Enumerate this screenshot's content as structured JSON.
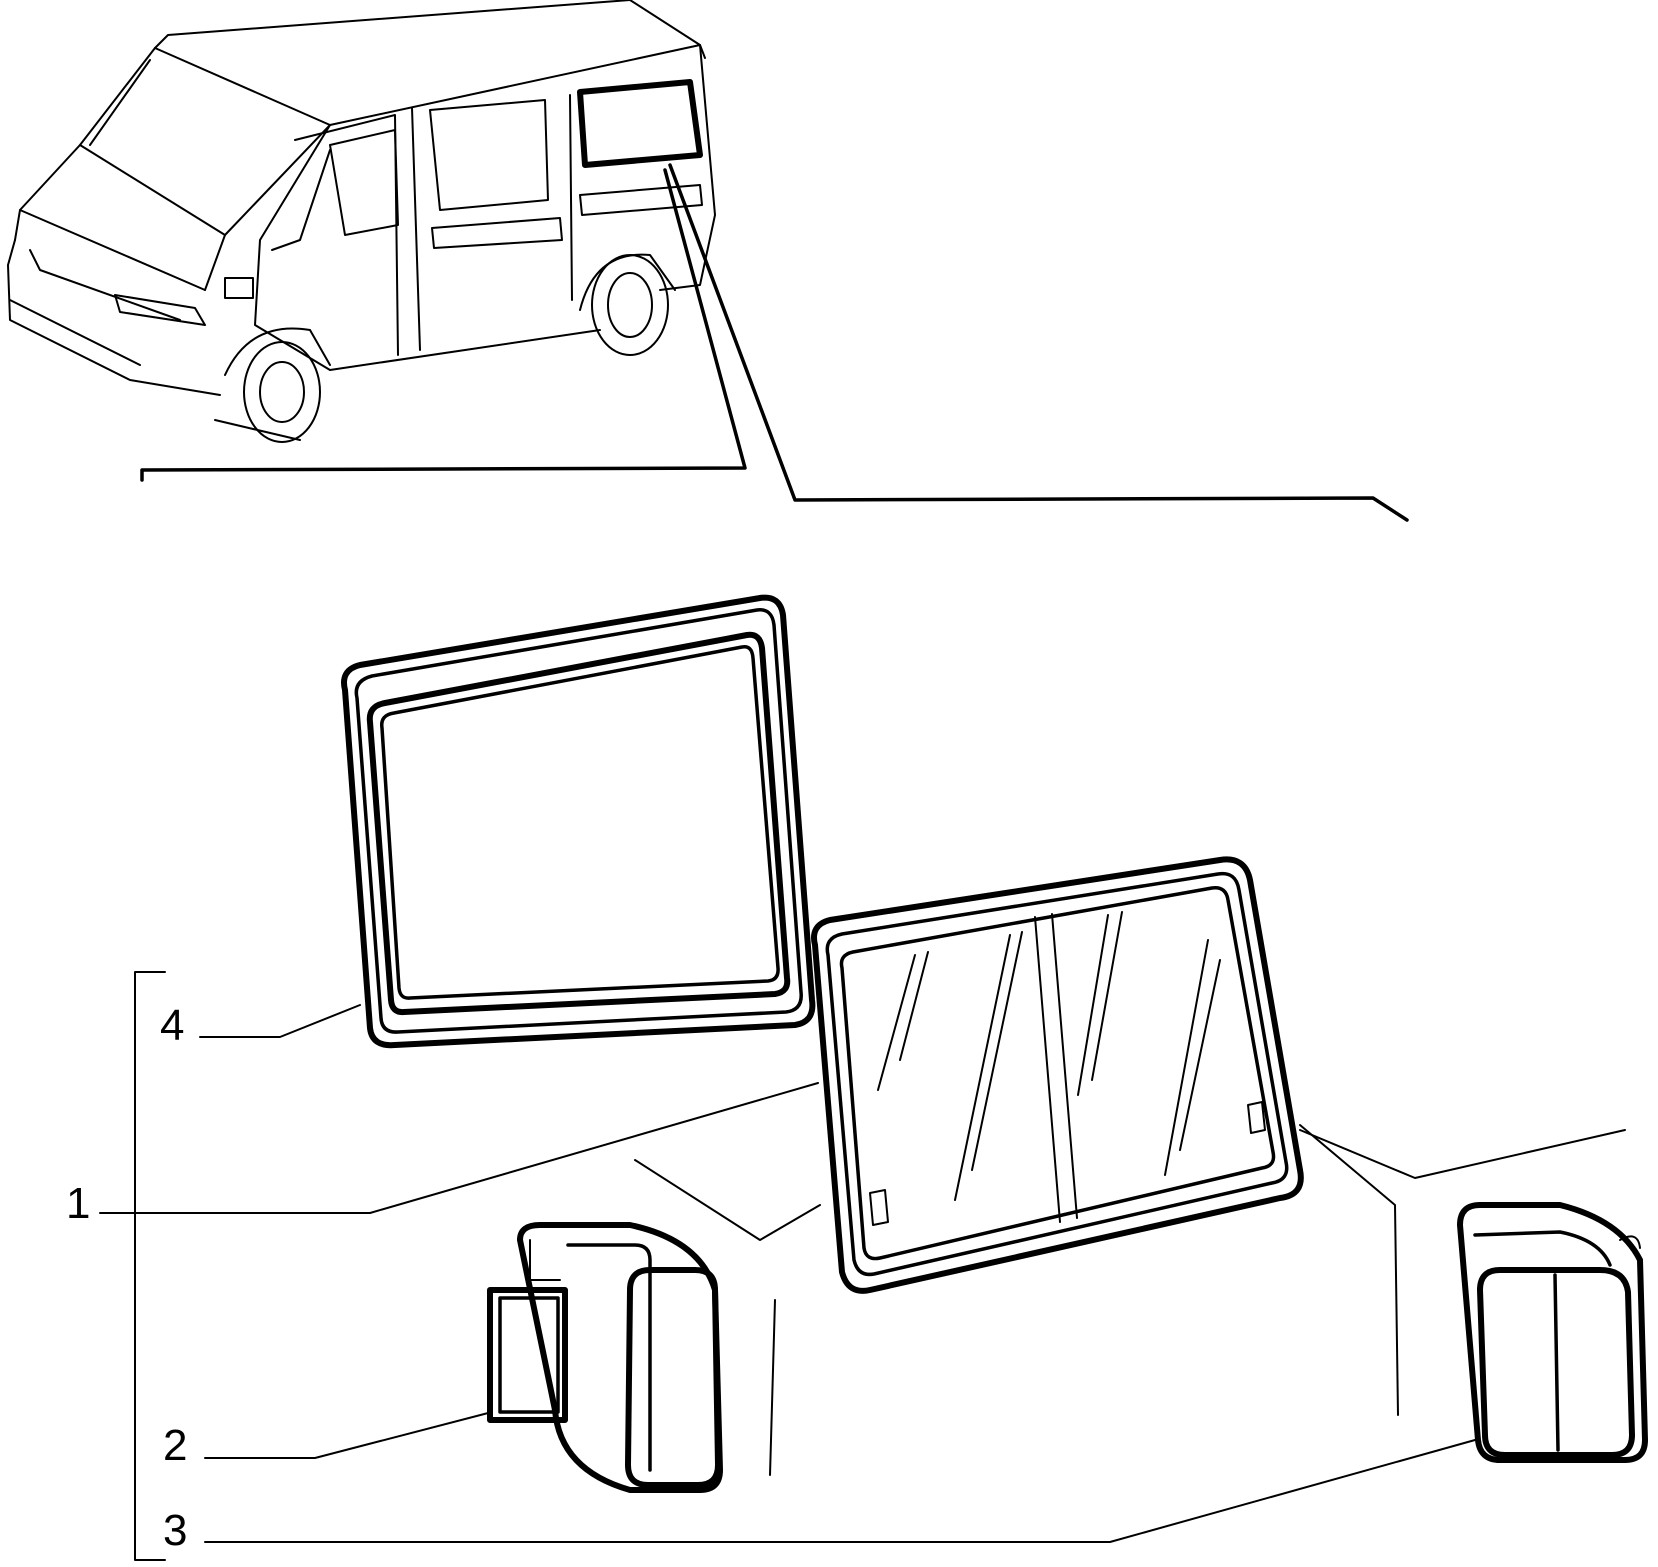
{
  "callouts": [
    {
      "id": "c4",
      "label": "4"
    },
    {
      "id": "c1",
      "label": "1"
    },
    {
      "id": "c2",
      "label": "2"
    },
    {
      "id": "c3",
      "label": "3"
    }
  ],
  "colors": {
    "line": "#000000",
    "background": "#ffffff"
  },
  "icons": [
    "van-illustration",
    "window-seal",
    "sliding-glass-window",
    "window-latch"
  ]
}
